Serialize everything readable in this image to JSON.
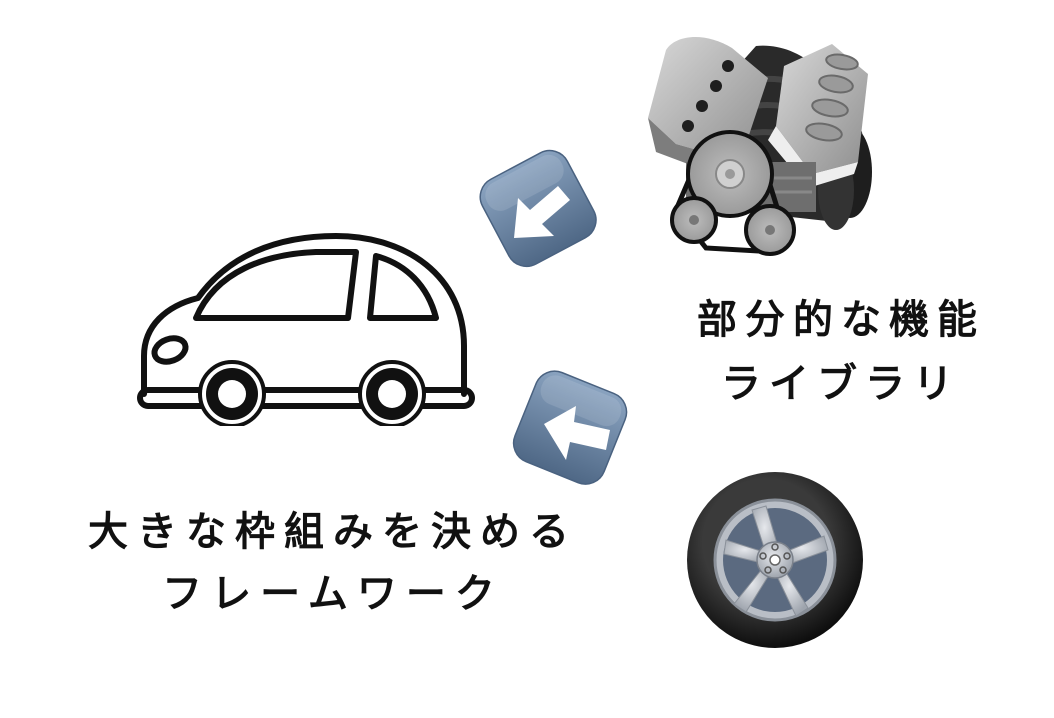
{
  "framework": {
    "icon": "car-outline-icon",
    "label_line1": "大きな枠組みを決める",
    "label_line2": "フレームワーク"
  },
  "library": {
    "label_line1": "部分的な機能",
    "label_line2": "ライブラリ",
    "parts": [
      {
        "name": "engine",
        "icon": "engine-icon"
      },
      {
        "name": "tire",
        "icon": "tire-icon"
      }
    ]
  },
  "arrows": [
    {
      "from": "engine",
      "to": "car",
      "icon": "arrow-left-down-icon"
    },
    {
      "from": "tire",
      "to": "car",
      "icon": "arrow-left-icon"
    }
  ],
  "colors": {
    "background": "#ffffff",
    "text": "#111111",
    "arrow_button": "#6b86a6",
    "arrow_button_dark": "#4f6886",
    "arrow_glyph": "#ffffff",
    "car_stroke": "#111111",
    "engine_metal": "#a9a9a9",
    "engine_dark": "#2b2b2b",
    "tire_rubber": "#1c1c1c",
    "wheel_silver": "#c8ccd2"
  }
}
